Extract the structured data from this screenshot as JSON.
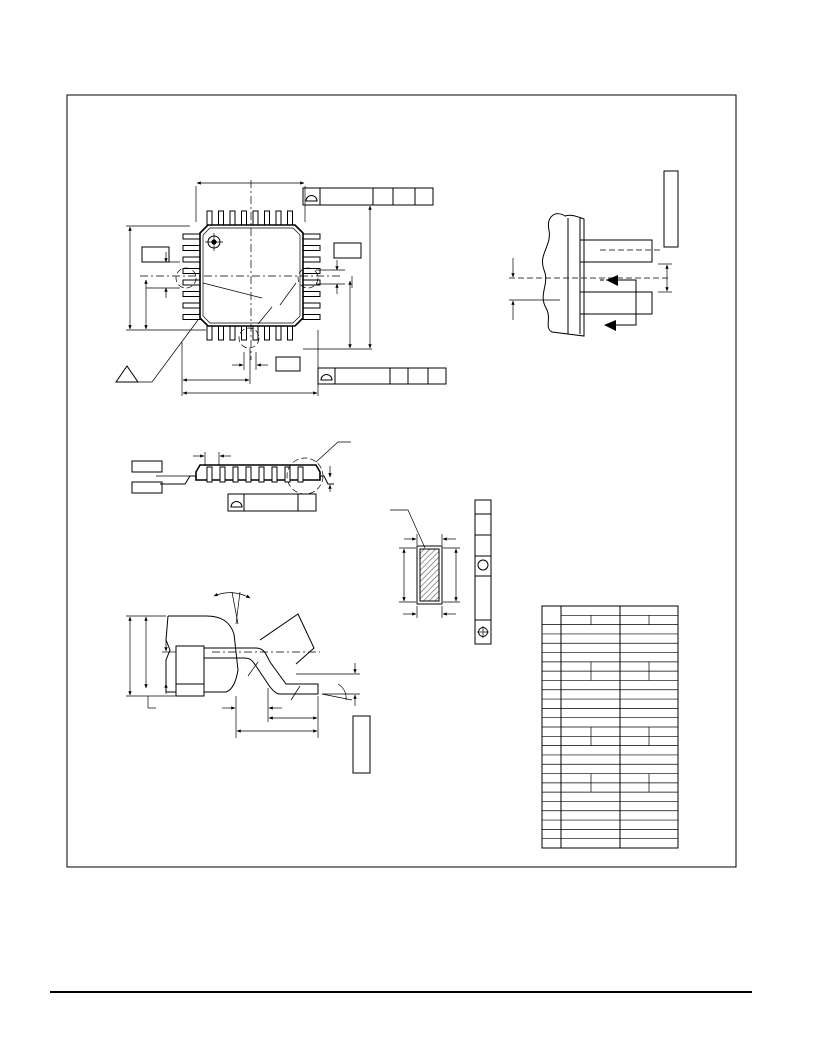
{
  "page": {
    "background": "#ffffff",
    "ink": "#000000"
  },
  "figure": {
    "type": "package outline mechanical drawing",
    "views": [
      "package-top-view",
      "datum-detail-view",
      "package-side-view",
      "lead-detail-view",
      "lead-section-view",
      "dimension-table"
    ]
  },
  "package": {
    "leads_per_side": 8,
    "sides": 4
  },
  "dimension_table": {
    "rows": 26,
    "header_rows": 2
  },
  "footer": {
    "rule": true
  }
}
